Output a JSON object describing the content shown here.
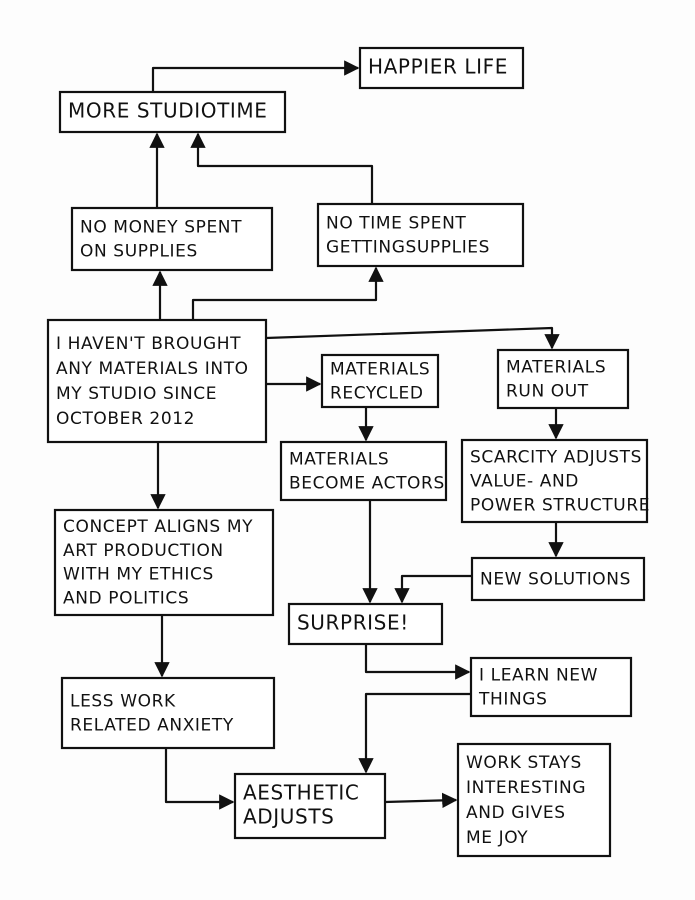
{
  "nodes": [
    {
      "id": "happier",
      "lines": [
        "HAPPIER LIFE"
      ]
    },
    {
      "id": "studiotime",
      "lines": [
        "MORE STUDIOTIME"
      ]
    },
    {
      "id": "nomoney",
      "lines": [
        "NO MONEY SPENT",
        "ON SUPPLIES"
      ]
    },
    {
      "id": "notime",
      "lines": [
        "NO TIME SPENT",
        "GETTINGSUPPLIES"
      ]
    },
    {
      "id": "havent",
      "lines": [
        "I HAVEN'T BROUGHT",
        "ANY MATERIALS INTO",
        "MY STUDIO SINCE",
        "OCTOBER 2012"
      ]
    },
    {
      "id": "recycled",
      "lines": [
        "MATERIALS",
        "RECYCLED"
      ]
    },
    {
      "id": "runout",
      "lines": [
        "MATERIALS",
        "RUN OUT"
      ]
    },
    {
      "id": "actors",
      "lines": [
        "MATERIALS",
        "BECOME ACTORS"
      ]
    },
    {
      "id": "scarcity",
      "lines": [
        "SCARCITY ADJUSTS",
        "VALUE- AND",
        "POWER STRUCTURE"
      ]
    },
    {
      "id": "concept",
      "lines": [
        "CONCEPT ALIGNS MY",
        "ART PRODUCTION",
        "WITH MY ETHICS",
        "AND POLITICS"
      ]
    },
    {
      "id": "newsolutions",
      "lines": [
        "NEW SOLUTIONS"
      ]
    },
    {
      "id": "surprise",
      "lines": [
        "SURPRISE!"
      ]
    },
    {
      "id": "learn",
      "lines": [
        "I LEARN NEW",
        "THINGS"
      ]
    },
    {
      "id": "lesswork",
      "lines": [
        "LESS WORK",
        "RELATED ANXIETY"
      ]
    },
    {
      "id": "aesthetic",
      "lines": [
        "AESTHETIC",
        "ADJUSTS"
      ]
    },
    {
      "id": "joy",
      "lines": [
        "WORK STAYS",
        "INTERESTING",
        "AND GIVES",
        "ME JOY"
      ]
    }
  ],
  "edges": [
    {
      "from": "studiotime",
      "to": "happier"
    },
    {
      "from": "nomoney",
      "to": "studiotime"
    },
    {
      "from": "notime",
      "to": "studiotime"
    },
    {
      "from": "havent",
      "to": "nomoney"
    },
    {
      "from": "havent",
      "to": "notime"
    },
    {
      "from": "havent",
      "to": "recycled"
    },
    {
      "from": "havent",
      "to": "runout"
    },
    {
      "from": "havent",
      "to": "concept"
    },
    {
      "from": "recycled",
      "to": "actors"
    },
    {
      "from": "actors",
      "to": "surprise"
    },
    {
      "from": "runout",
      "to": "scarcity"
    },
    {
      "from": "scarcity",
      "to": "newsolutions"
    },
    {
      "from": "newsolutions",
      "to": "surprise"
    },
    {
      "from": "surprise",
      "to": "learn"
    },
    {
      "from": "learn",
      "to": "aesthetic"
    },
    {
      "from": "concept",
      "to": "lesswork"
    },
    {
      "from": "lesswork",
      "to": "aesthetic"
    },
    {
      "from": "aesthetic",
      "to": "joy"
    }
  ]
}
